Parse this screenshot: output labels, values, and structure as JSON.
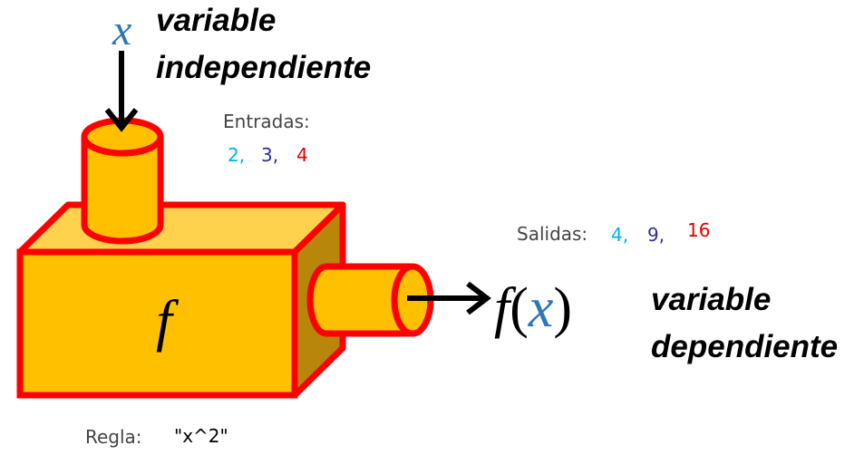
{
  "colors": {
    "box_fill": "#ffc000",
    "box_top": "#ffd24d",
    "box_side": "#b8860b",
    "outline": "#ff0000",
    "arrow": "#000000",
    "x_color": "#2e75b6",
    "cyan": "#00b0f0",
    "navy": "#2e2e9e",
    "red": "#e00000",
    "gray": "#444444"
  },
  "labels": {
    "x_symbol": "x",
    "input_var_line1": "variable",
    "input_var_line2": "independiente",
    "machine_symbol": "f",
    "output_f": "f",
    "output_open_paren": "(",
    "output_x": "x",
    "output_close_paren": ")",
    "output_var_line1": "variable",
    "output_var_line2": "dependiente"
  },
  "inputs": {
    "title": "Entradas:",
    "values": [
      "2,",
      "3,",
      "4"
    ]
  },
  "outputs": {
    "title": "Salidas:",
    "values": [
      "4,",
      "9,",
      "16"
    ]
  },
  "rule": {
    "title": "Regla:",
    "value": "\"x^2\""
  }
}
